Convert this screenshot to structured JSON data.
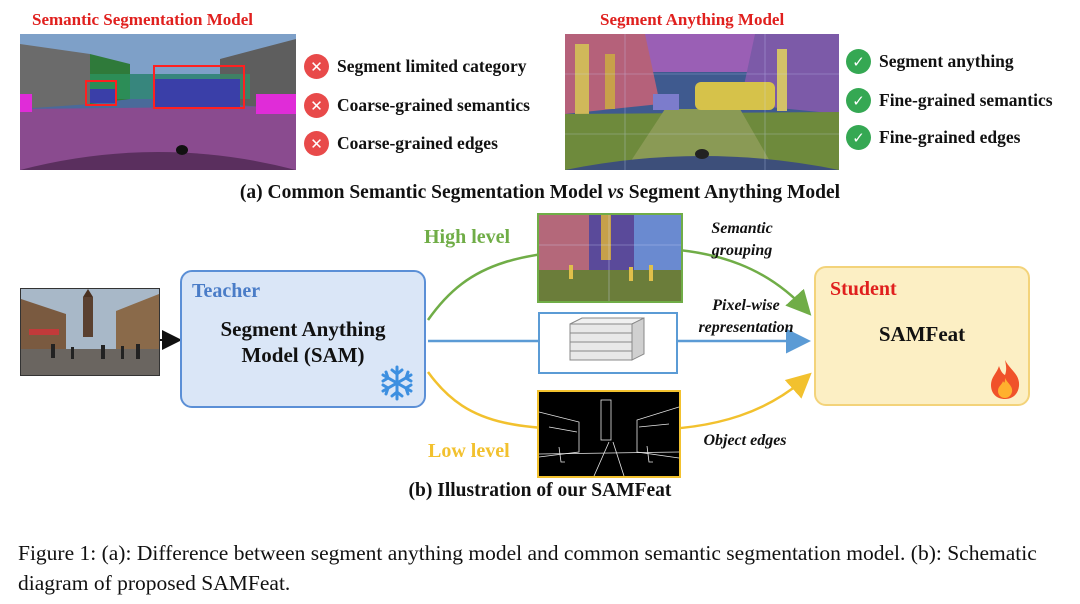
{
  "panel_a": {
    "left_title": "Semantic Segmentation Model",
    "right_title": "Segment Anything Model",
    "left_points": [
      "Segment limited category",
      "Coarse-grained semantics",
      "Coarse-grained edges"
    ],
    "right_points": [
      "Segment anything",
      "Fine-grained semantics",
      "Fine-grained edges"
    ],
    "cross_icon_glyph": "✕",
    "check_icon_glyph": "✓",
    "caption_prefix": "(a) Common Semantic Segmentation Model ",
    "caption_vs": "vs",
    "caption_suffix": " Segment Anything Model"
  },
  "panel_b": {
    "teacher_label": "Teacher",
    "teacher_model": "Segment Anything Model (SAM)",
    "student_label": "Student",
    "student_model": "SAMFeat",
    "high_level": "High level",
    "low_level": "Low level",
    "semantic_grouping": [
      "Semantic",
      "grouping"
    ],
    "pixel_wise": [
      "Pixel-wise",
      "representation"
    ],
    "object_edges": "Object edges",
    "caption": "(b) Illustration of our SAMFeat",
    "icons": {
      "teacher": "snowflake-icon",
      "student": "fire-icon"
    }
  },
  "figure_caption": "Figure 1: (a): Difference between segment anything model and common semantic segmentation model. (b): Schematic diagram of proposed SAMFeat.",
  "colors": {
    "title_red": "#e0201e",
    "teacher_blue": "#5b8fd6",
    "teacher_fill": "#dae6f7",
    "student_fill": "#fcefc4",
    "high_green": "#70ad47",
    "low_yellow": "#f2c12e",
    "pixel_blue": "#5b9bd5",
    "cross_red": "#e84a4a",
    "check_green": "#35a853"
  }
}
